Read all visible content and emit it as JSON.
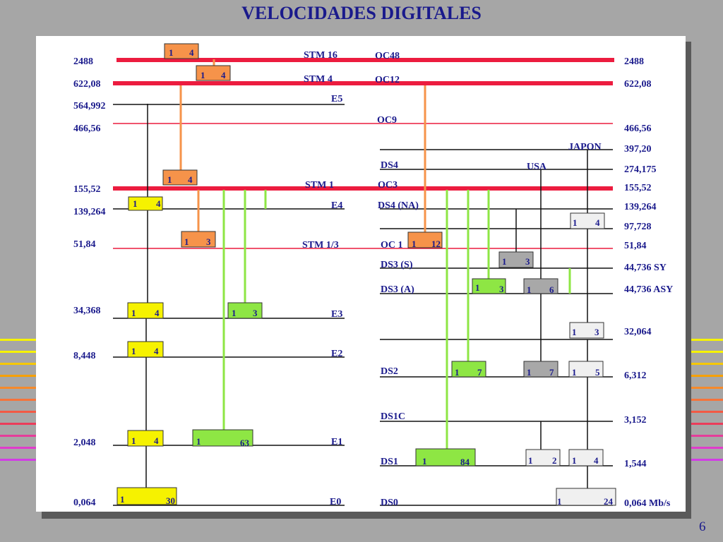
{
  "title": "VELOCIDADES DIGITALES",
  "page_number": "6",
  "left_rates": [
    "2488",
    "622,08",
    "564,992",
    "466,56",
    "155,52",
    "139,264",
    "51,84",
    "34,368",
    "8,448",
    "2,048",
    "0,064"
  ],
  "right_rates": [
    "2488",
    "622,08",
    "466,56",
    "397,20",
    "274,175",
    "155,52",
    "139,264",
    "97,728",
    "51,84",
    "44,736 SY",
    "44,736 ASY",
    "32,064",
    "6,312",
    "3,152",
    "1,544",
    "0,064 Mb/s"
  ],
  "sdh_labels": [
    "STM 16",
    "STM  4",
    "STM  1",
    "STM 1/3"
  ],
  "sonet_labels": [
    "OC48",
    "OC12",
    "OC9",
    "OC3",
    "OC 1"
  ],
  "e_labels": [
    "E5",
    "E4",
    "E3",
    "E2",
    "E1",
    "E0"
  ],
  "ds_labels": [
    "DS4",
    "DS4 (NA)",
    "DS3 (S)",
    "DS3 (A)",
    "DS2",
    "DS1C",
    "DS1",
    "DS0"
  ],
  "region_labels": [
    "JAPON",
    "USA"
  ],
  "mux_boxes": [
    {
      "a": "1",
      "b": "4"
    },
    {
      "a": "1",
      "b": "4"
    },
    {
      "a": "1",
      "b": "4"
    },
    {
      "a": "1",
      "b": "4"
    },
    {
      "a": "1",
      "b": "3"
    },
    {
      "a": "1",
      "b": "4"
    },
    {
      "a": "1",
      "b": "3"
    },
    {
      "a": "1",
      "b": "4"
    },
    {
      "a": "1",
      "b": "4"
    },
    {
      "a": "1",
      "b": "63"
    },
    {
      "a": "1",
      "b": "30"
    },
    {
      "a": "1",
      "b": "12"
    },
    {
      "a": "1",
      "b": "3"
    },
    {
      "a": "1",
      "b": "7"
    },
    {
      "a": "1",
      "b": "84"
    },
    {
      "a": "1",
      "b": "3"
    },
    {
      "a": "1",
      "b": "6"
    },
    {
      "a": "1",
      "b": "7"
    },
    {
      "a": "1",
      "b": "2"
    },
    {
      "a": "1",
      "b": "4"
    },
    {
      "a": "1",
      "b": "3"
    },
    {
      "a": "1",
      "b": "5"
    },
    {
      "a": "1",
      "b": "4"
    },
    {
      "a": "1",
      "b": "24"
    }
  ],
  "colors": {
    "label": "#1a1a8c",
    "sdh_line": "#ec1c3f",
    "sdh_mux": "#f6934a",
    "pdh_mux": "#f6f200",
    "green": "#8ee644",
    "gray_dark": "#a8a8a8",
    "gray_light": "#f0f0f0",
    "background": "#a6a6a6"
  }
}
